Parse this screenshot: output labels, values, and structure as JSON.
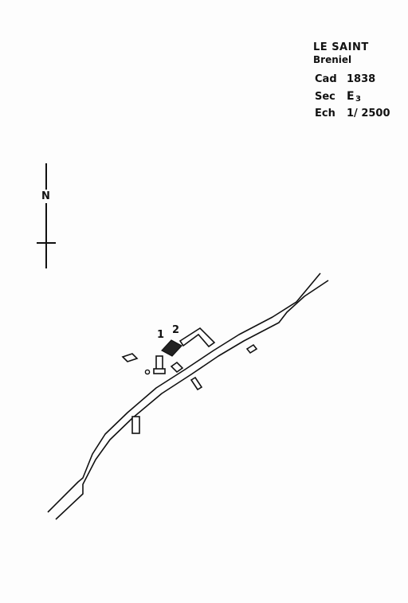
{
  "cartouche": {
    "place": "LE SAINT",
    "locality": "Breniel",
    "cad_label": "Cad",
    "cad_value": "1838",
    "sec_label": "Sec",
    "sec_letter": "E",
    "sec_number": "3",
    "ech_label": "Ech",
    "ech_value": "1/ 2500"
  },
  "north_arrow": {
    "letter": "N"
  },
  "parcels": [
    {
      "number": "1"
    },
    {
      "number": "2"
    }
  ],
  "colors": {
    "ink": "#111111",
    "paper": "#fdfdfd"
  }
}
